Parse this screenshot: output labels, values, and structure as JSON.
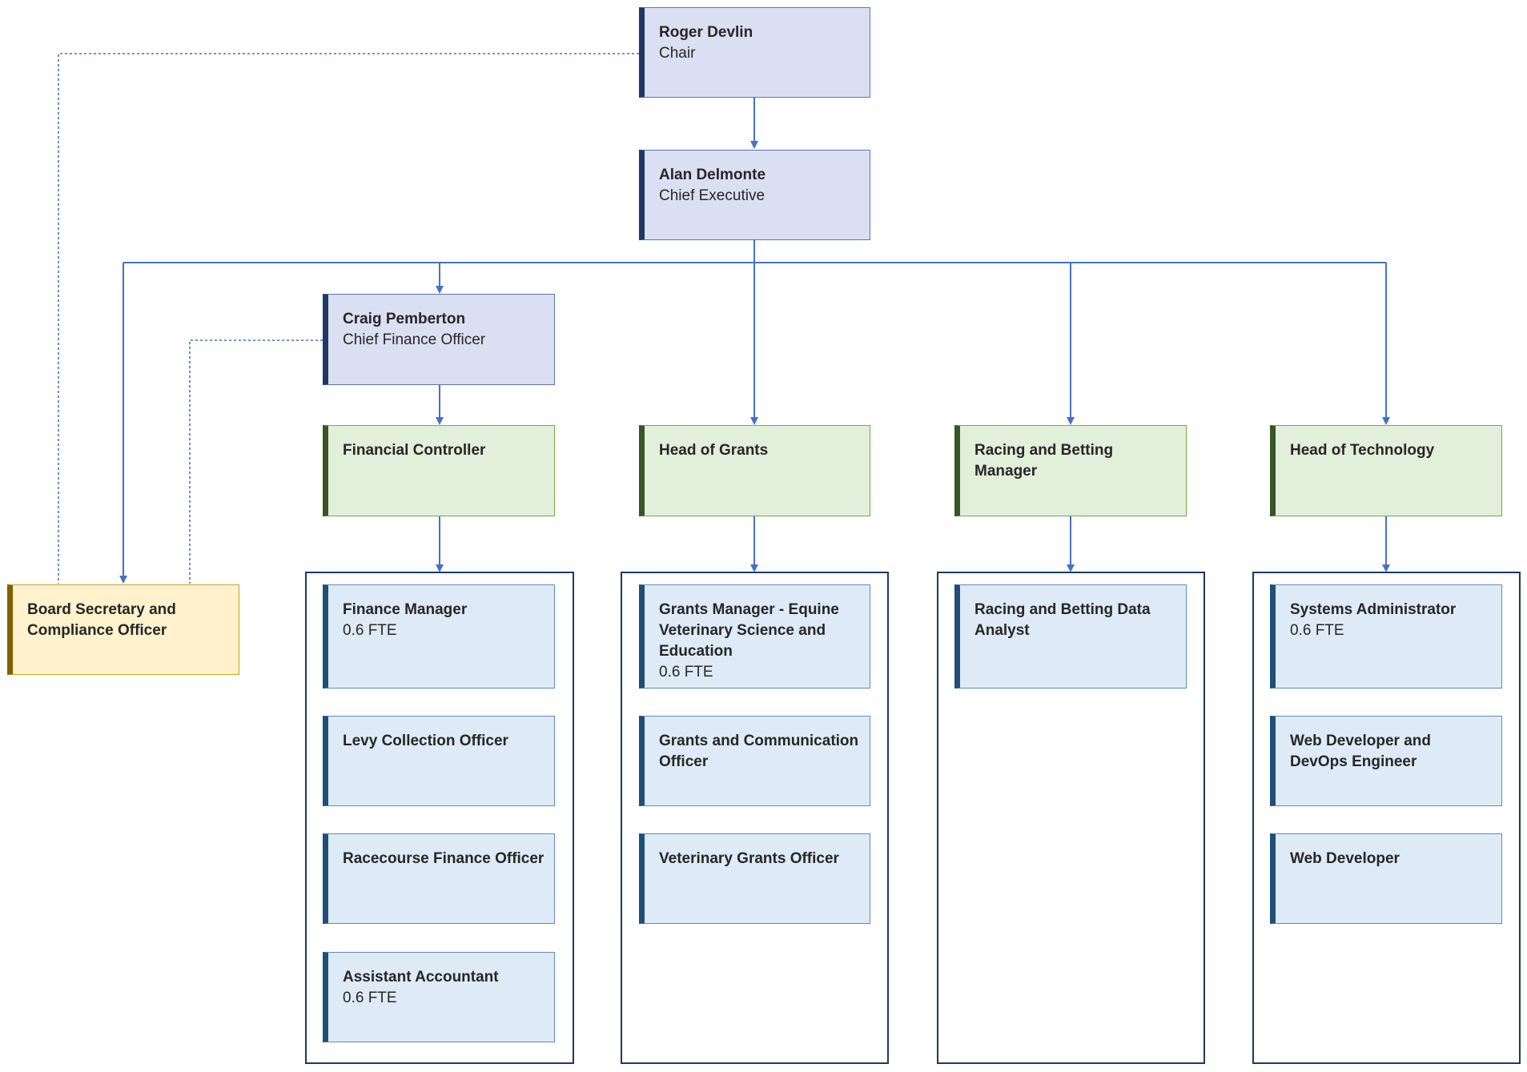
{
  "colors": {
    "connector": "#4472c4",
    "executive_fill": "#dae0f2",
    "head_fill": "#e2efda",
    "staff_fill": "#deebf7",
    "secretary_fill": "#fff2cc",
    "group_border": "#1f3864"
  },
  "chair": {
    "name": "Roger Devlin",
    "role": "Chair"
  },
  "ceo": {
    "name": "Alan Delmonte",
    "role": "Chief Executive"
  },
  "cfo": {
    "name": "Craig Pemberton",
    "role": "Chief Finance Officer"
  },
  "secretary": {
    "name": "Board Secretary and Compliance Officer"
  },
  "heads": {
    "finance": {
      "name": "Financial Controller"
    },
    "grants": {
      "name": "Head of Grants"
    },
    "racing": {
      "name": "Racing and Betting Manager"
    },
    "technology": {
      "name": "Head of Technology"
    }
  },
  "teams": {
    "finance": [
      {
        "name": "Finance Manager",
        "note": "0.6 FTE"
      },
      {
        "name": "Levy Collection Officer"
      },
      {
        "name": "Racecourse Finance Officer"
      },
      {
        "name": "Assistant Accountant",
        "note": "0.6 FTE"
      }
    ],
    "grants": [
      {
        "name": "Grants Manager - Equine Veterinary Science and Education",
        "note": "0.6 FTE"
      },
      {
        "name": "Grants and Communication Officer"
      },
      {
        "name": "Veterinary Grants Officer"
      }
    ],
    "racing": [
      {
        "name": "Racing and Betting Data Analyst"
      }
    ],
    "technology": [
      {
        "name": "Systems Administrator",
        "note": "0.6 FTE"
      },
      {
        "name": "Web Developer and DevOps Engineer"
      },
      {
        "name": "Web Developer"
      }
    ]
  }
}
